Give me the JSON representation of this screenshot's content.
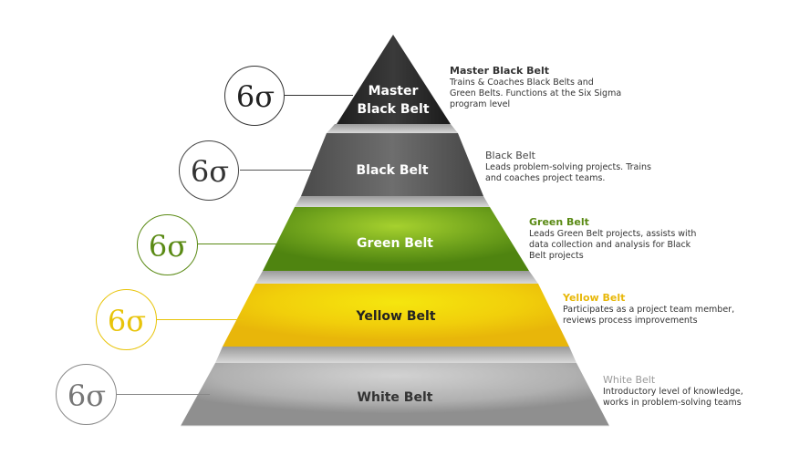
{
  "diagram": {
    "type": "pyramid",
    "subject": "Six Sigma belt hierarchy",
    "tiers": [
      {
        "id": "master-black-belt",
        "label_line1": "Master",
        "label_line2": "Black Belt",
        "title": "Master Black Belt",
        "description_lines": [
          "Trains & Coaches Black Belts and",
          "Green Belts. Functions at the Six Sigma",
          "program level"
        ],
        "color": "#2b2b2b",
        "title_color": "#333333",
        "label_color": "#ffffff"
      },
      {
        "id": "black-belt",
        "label": "Black Belt",
        "title": "Black Belt",
        "description_lines": [
          "Leads problem-solving projects. Trains",
          "and coaches project teams."
        ],
        "color": "#5a5a5a",
        "title_color": "#444444",
        "label_color": "#ffffff"
      },
      {
        "id": "green-belt",
        "label": "Green Belt",
        "title": "Green Belt",
        "description_lines": [
          "Leads Green Belt projects, assists with",
          "data collection and analysis for Black",
          "Belt projects"
        ],
        "color": "#6a9e1f",
        "title_color": "#5a8a14",
        "label_color": "#ffffff"
      },
      {
        "id": "yellow-belt",
        "label": "Yellow Belt",
        "title": "Yellow Belt",
        "description_lines": [
          "Participates as a project team member,",
          "reviews process improvements"
        ],
        "color": "#f2cc0c",
        "title_color": "#e8b80a",
        "label_color": "#222222"
      },
      {
        "id": "white-belt",
        "label": "White Belt",
        "title": "White Belt",
        "description_lines": [
          "Introductory level of knowledge,",
          "works in problem-solving teams"
        ],
        "color": "#b5b5b5",
        "title_color": "#999999",
        "label_color": "#333333"
      }
    ],
    "badge_symbol": "6σ",
    "badge_colors": [
      "#222222",
      "#333333",
      "#5a8a14",
      "#e8c40a",
      "#777777"
    ]
  }
}
